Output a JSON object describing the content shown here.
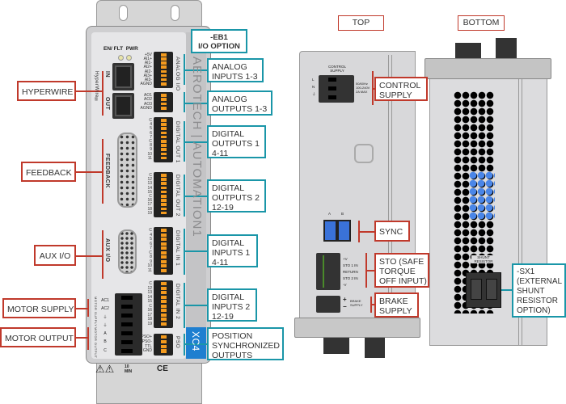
{
  "front": {
    "leds": [
      "EN/ FLT",
      "PWR"
    ],
    "hyperwire_port_labels": [
      "IN",
      "OUT"
    ],
    "hyperwire_brand": "HyperWire®",
    "feedback_label": "FEEDBACK",
    "aux_label": "AUX I/O",
    "analog_io_label": "ANALOG I/O",
    "digital_out1_label": "DIGITAL OUT 1",
    "digital_out2_label": "DIGITAL OUT 2",
    "digital_in1_label": "DIGITAL IN 1",
    "digital_in2_label": "DIGITAL IN 2",
    "pso_label": "PSO",
    "brand_text": "AEROTECH | AUTOMATION1",
    "model": "XC4",
    "motor_supply_side": "MOTOR SUPPLY",
    "motor_output_side": "MOTOR OUTPUT",
    "motor_pins": [
      "AC1",
      "AC2",
      "⏚",
      "⏚",
      "A",
      "B",
      "C"
    ],
    "warning_time": "10 MIN",
    "ce_mark": "CE",
    "analog_in_pins": [
      "+5V",
      "AI1+",
      "AI1-",
      "AI2+",
      "AI2-",
      "AI3+",
      "AI3-",
      "AGND"
    ],
    "analog_out_pins": [
      "AO1",
      "AO2",
      "AO3",
      "AGND"
    ],
    "do1_pins": [
      "C",
      "4",
      "5",
      "6",
      "7",
      "C",
      "8",
      "9",
      "10",
      "11"
    ],
    "do2_pins": [
      "C",
      "12",
      "13",
      "14",
      "15",
      "C",
      "16",
      "17",
      "18",
      "19"
    ],
    "di1_pins": [
      "C",
      "4",
      "5",
      "6",
      "7",
      "C",
      "8",
      "9",
      "10",
      "11"
    ],
    "di2_pins": [
      "C",
      "12",
      "13",
      "14",
      "15",
      "C",
      "16",
      "17",
      "18",
      "19"
    ],
    "pso_pins": [
      "PSO+",
      "PSO-",
      "TTL",
      "GND"
    ]
  },
  "callouts_left": {
    "hyperwire": "HYPERWIRE",
    "feedback": "FEEDBACK",
    "aux": "AUX I/O",
    "motor_supply": "MOTOR SUPPLY",
    "motor_output": "MOTOR OUTPUT"
  },
  "callouts_right": {
    "eb1": [
      "-EB1",
      "I/O OPTION"
    ],
    "analog_inputs": [
      "ANALOG",
      "INPUTS 1-3"
    ],
    "analog_outputs": [
      "ANALOG",
      "OUTPUTS 1-3"
    ],
    "digital_outputs1": [
      "DIGITAL",
      "OUTPUTS 1",
      "4-11"
    ],
    "digital_outputs2": [
      "DIGITAL",
      "OUTPUTS 2",
      "12-19"
    ],
    "digital_inputs1": [
      "DIGITAL",
      "INPUTS 1",
      "4-11"
    ],
    "digital_inputs2": [
      "DIGITAL",
      "INPUTS 2",
      "12-19"
    ],
    "pso": [
      "POSITION",
      "SYNCHRONIZED",
      "OUTPUTS"
    ]
  },
  "top_view": {
    "title": "TOP",
    "control_supply_panel": "CONTROL SUPPLY",
    "control_pins": [
      "L",
      "N",
      "⏚"
    ],
    "control_rating": [
      "50/60Hz",
      "100-240V",
      "2A MAX"
    ],
    "sync_ports": [
      "A",
      "B"
    ],
    "sto_pins": [
      "+V",
      "STO 1 IN",
      "RETURN",
      "STO 2 IN",
      "-V"
    ],
    "brake_pins": [
      "+",
      "−"
    ],
    "brake_panel": "BRAKE SUPPLY",
    "callouts": {
      "control_supply": [
        "CONTROL",
        "SUPPLY"
      ],
      "sync": "SYNC",
      "sto": [
        "STO (SAFE",
        "TORQUE",
        "OFF INPUT)"
      ],
      "brake": [
        "BRAKE",
        "SUPPLY"
      ]
    }
  },
  "bottom_view": {
    "title": "BOTTOM",
    "shunt_panel": "SHUNT RESISTOR",
    "callout_sx1": [
      "-SX1",
      "(EXTERNAL",
      "SHUNT",
      "RESISTOR",
      "OPTION)"
    ]
  },
  "colors": {
    "red": "#c0392b",
    "teal": "#1a96a8",
    "orange": "#f39a1e",
    "blue": "#1e7fd0"
  }
}
